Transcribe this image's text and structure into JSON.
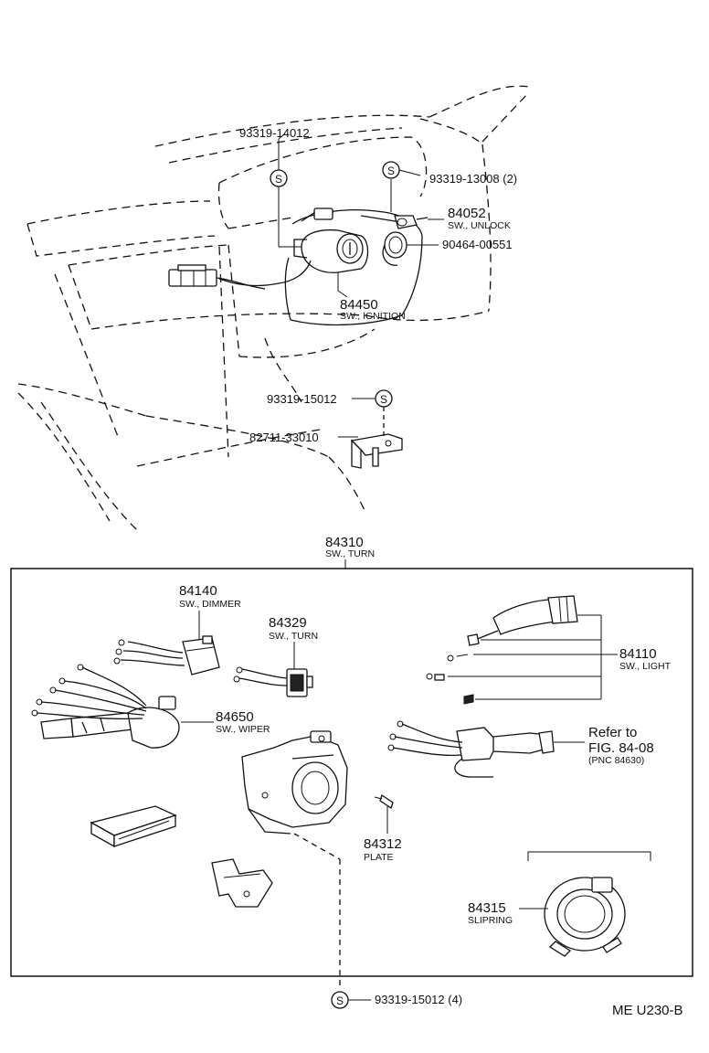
{
  "labels": {
    "p93319_14012": "93319-14012",
    "p93319_13008": "93319-13008 (2)",
    "p84052": "84052",
    "p84052_sub": "SW., UNLOCK",
    "p90464": "90464-00551",
    "p84450": "84450",
    "p84450_sub": "SW., IGNITION",
    "p93319_15012": "93319-15012",
    "p82711": "82711-33010",
    "p84310": "84310",
    "p84310_sub": "SW., TURN",
    "p84140": "84140",
    "p84140_sub": "SW., DIMMER",
    "p84329": "84329",
    "p84329_sub": "SW., TURN",
    "p84110": "84110",
    "p84110_sub": "SW., LIGHT",
    "p84650": "84650",
    "p84650_sub": "SW., WIPER",
    "refer_line1": "Refer to",
    "refer_line2": "FIG. 84-08",
    "refer_line3": "(PNC 84630)",
    "p84312": "84312",
    "p84312_sub": "PLATE",
    "p84315": "84315",
    "p84315_sub": "SLIPRING",
    "p93319_15012_4": "93319-15012 (4)",
    "s_symbol": "S",
    "figure_code": "ME U230-B"
  }
}
